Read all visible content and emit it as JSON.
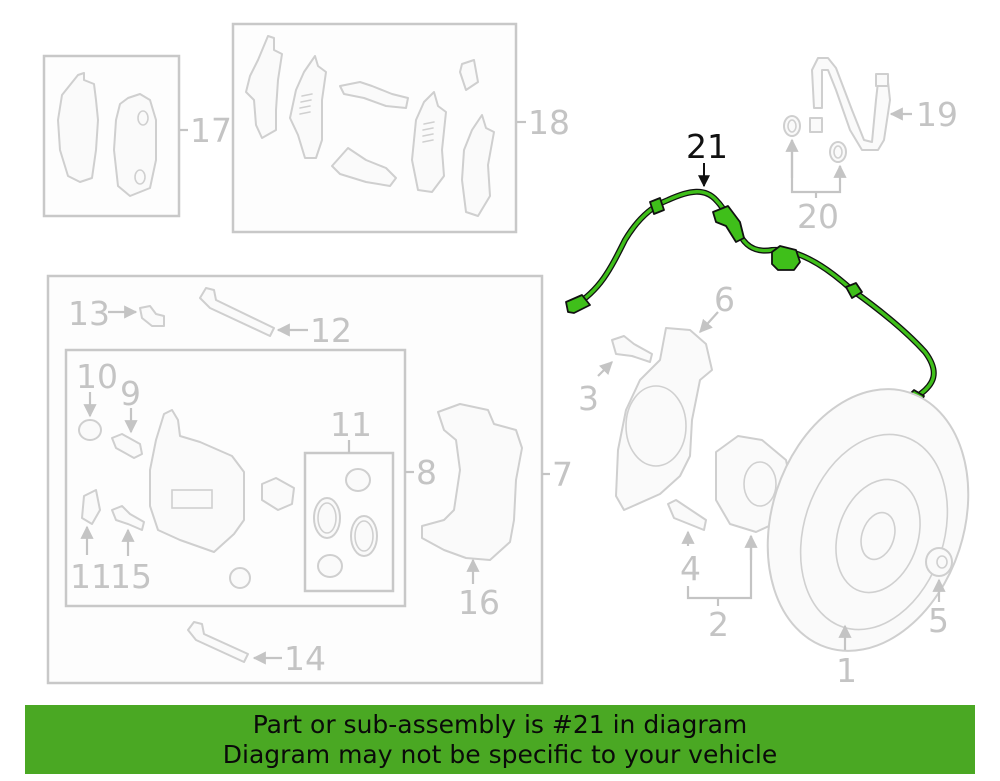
{
  "diagram": {
    "highlighted_part": "21",
    "highlight_color": "#3fbf1a",
    "banner_color": "#4aa823",
    "callouts": {
      "p1": "1",
      "p2": "2",
      "p3": "3",
      "p4": "4",
      "p5": "5",
      "p6": "6",
      "p7": "7",
      "p8": "8",
      "p9": "9",
      "p10": "10",
      "p11a": "11",
      "p11b": "11",
      "p12": "12",
      "p13": "13",
      "p14": "14",
      "p15": "15",
      "p16": "16",
      "p17": "17",
      "p18": "18",
      "p19": "19",
      "p20": "20",
      "p21": "21"
    },
    "groups": [
      {
        "label": "17",
        "contents": "brake pads"
      },
      {
        "label": "18",
        "contents": "pad hardware / shims / clips"
      },
      {
        "label": "7",
        "contents": "caliper assembly"
      },
      {
        "label": "8",
        "contents": "caliper body"
      },
      {
        "label": "11",
        "contents": "seal kit"
      }
    ]
  },
  "banner": {
    "line1": "Part or sub-assembly is #21 in diagram",
    "line2": "Diagram may not be specific to your vehicle"
  }
}
